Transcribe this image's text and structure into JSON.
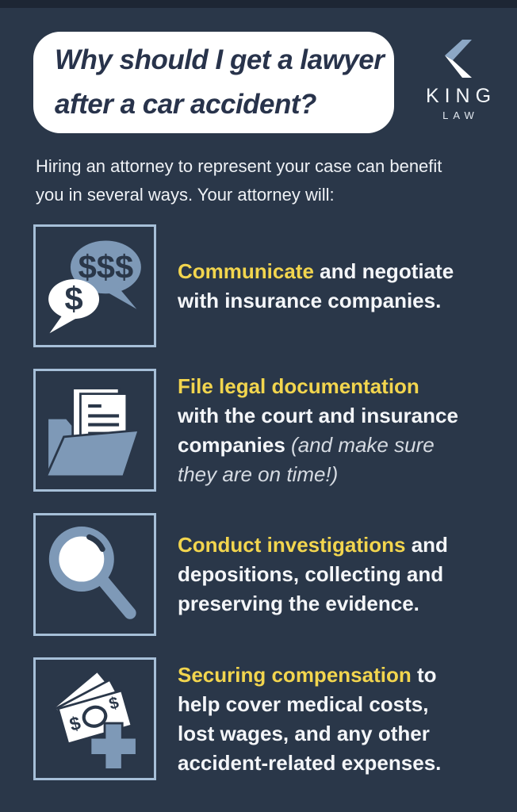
{
  "colors": {
    "background": "#2A3749",
    "top_strip": "#1D2634",
    "card": "#FFFFFF",
    "title_text": "#28334B",
    "accent_yellow": "#F2D54E",
    "body_text": "#F4F6F9",
    "muted_italic": "#D6DBE2",
    "icon_steel_blue": "#7E99B7",
    "icon_box_border": "#A6BFD8",
    "logo_chevron_top": "#8CA7C5",
    "logo_chevron_bottom": "#FFFFFF"
  },
  "header": {
    "title_line1": "Why should I get a lawyer",
    "title_line2": "after a car accident?"
  },
  "logo": {
    "name": "KING",
    "sub": "LAW"
  },
  "intro": {
    "line1": "Hiring an attorney to represent your case can benefit",
    "line2": "you in several ways. Your attorney will:"
  },
  "items": [
    {
      "icon": "money-chat-bubbles-icon",
      "icon_symbols": {
        "large_bubble": "$$$",
        "small_bubble": "$"
      },
      "lines": [
        {
          "highlight": "Communicate",
          "rest": " and negotiate"
        },
        {
          "rest": "with insurance companies."
        }
      ]
    },
    {
      "icon": "folder-documents-icon",
      "lines": [
        {
          "highlight": "File legal documentation"
        },
        {
          "rest": "with the court and insurance"
        },
        {
          "rest": "companies",
          "note": " (and make sure"
        },
        {
          "note": "they are on time!)"
        }
      ]
    },
    {
      "icon": "magnifying-glass-icon",
      "lines": [
        {
          "highlight": "Conduct investigations",
          "rest": " and"
        },
        {
          "rest": "depositions, collecting and"
        },
        {
          "rest": "preserving the evidence."
        }
      ]
    },
    {
      "icon": "money-medical-cross-icon",
      "icon_symbols": {
        "bill_front": "$",
        "bill_corner": "$"
      },
      "lines": [
        {
          "highlight": "Securing compensation",
          "rest": " to"
        },
        {
          "rest": "help cover medical costs,"
        },
        {
          "rest": "lost wages, and any other"
        },
        {
          "rest": "accident-related expenses."
        }
      ]
    }
  ]
}
